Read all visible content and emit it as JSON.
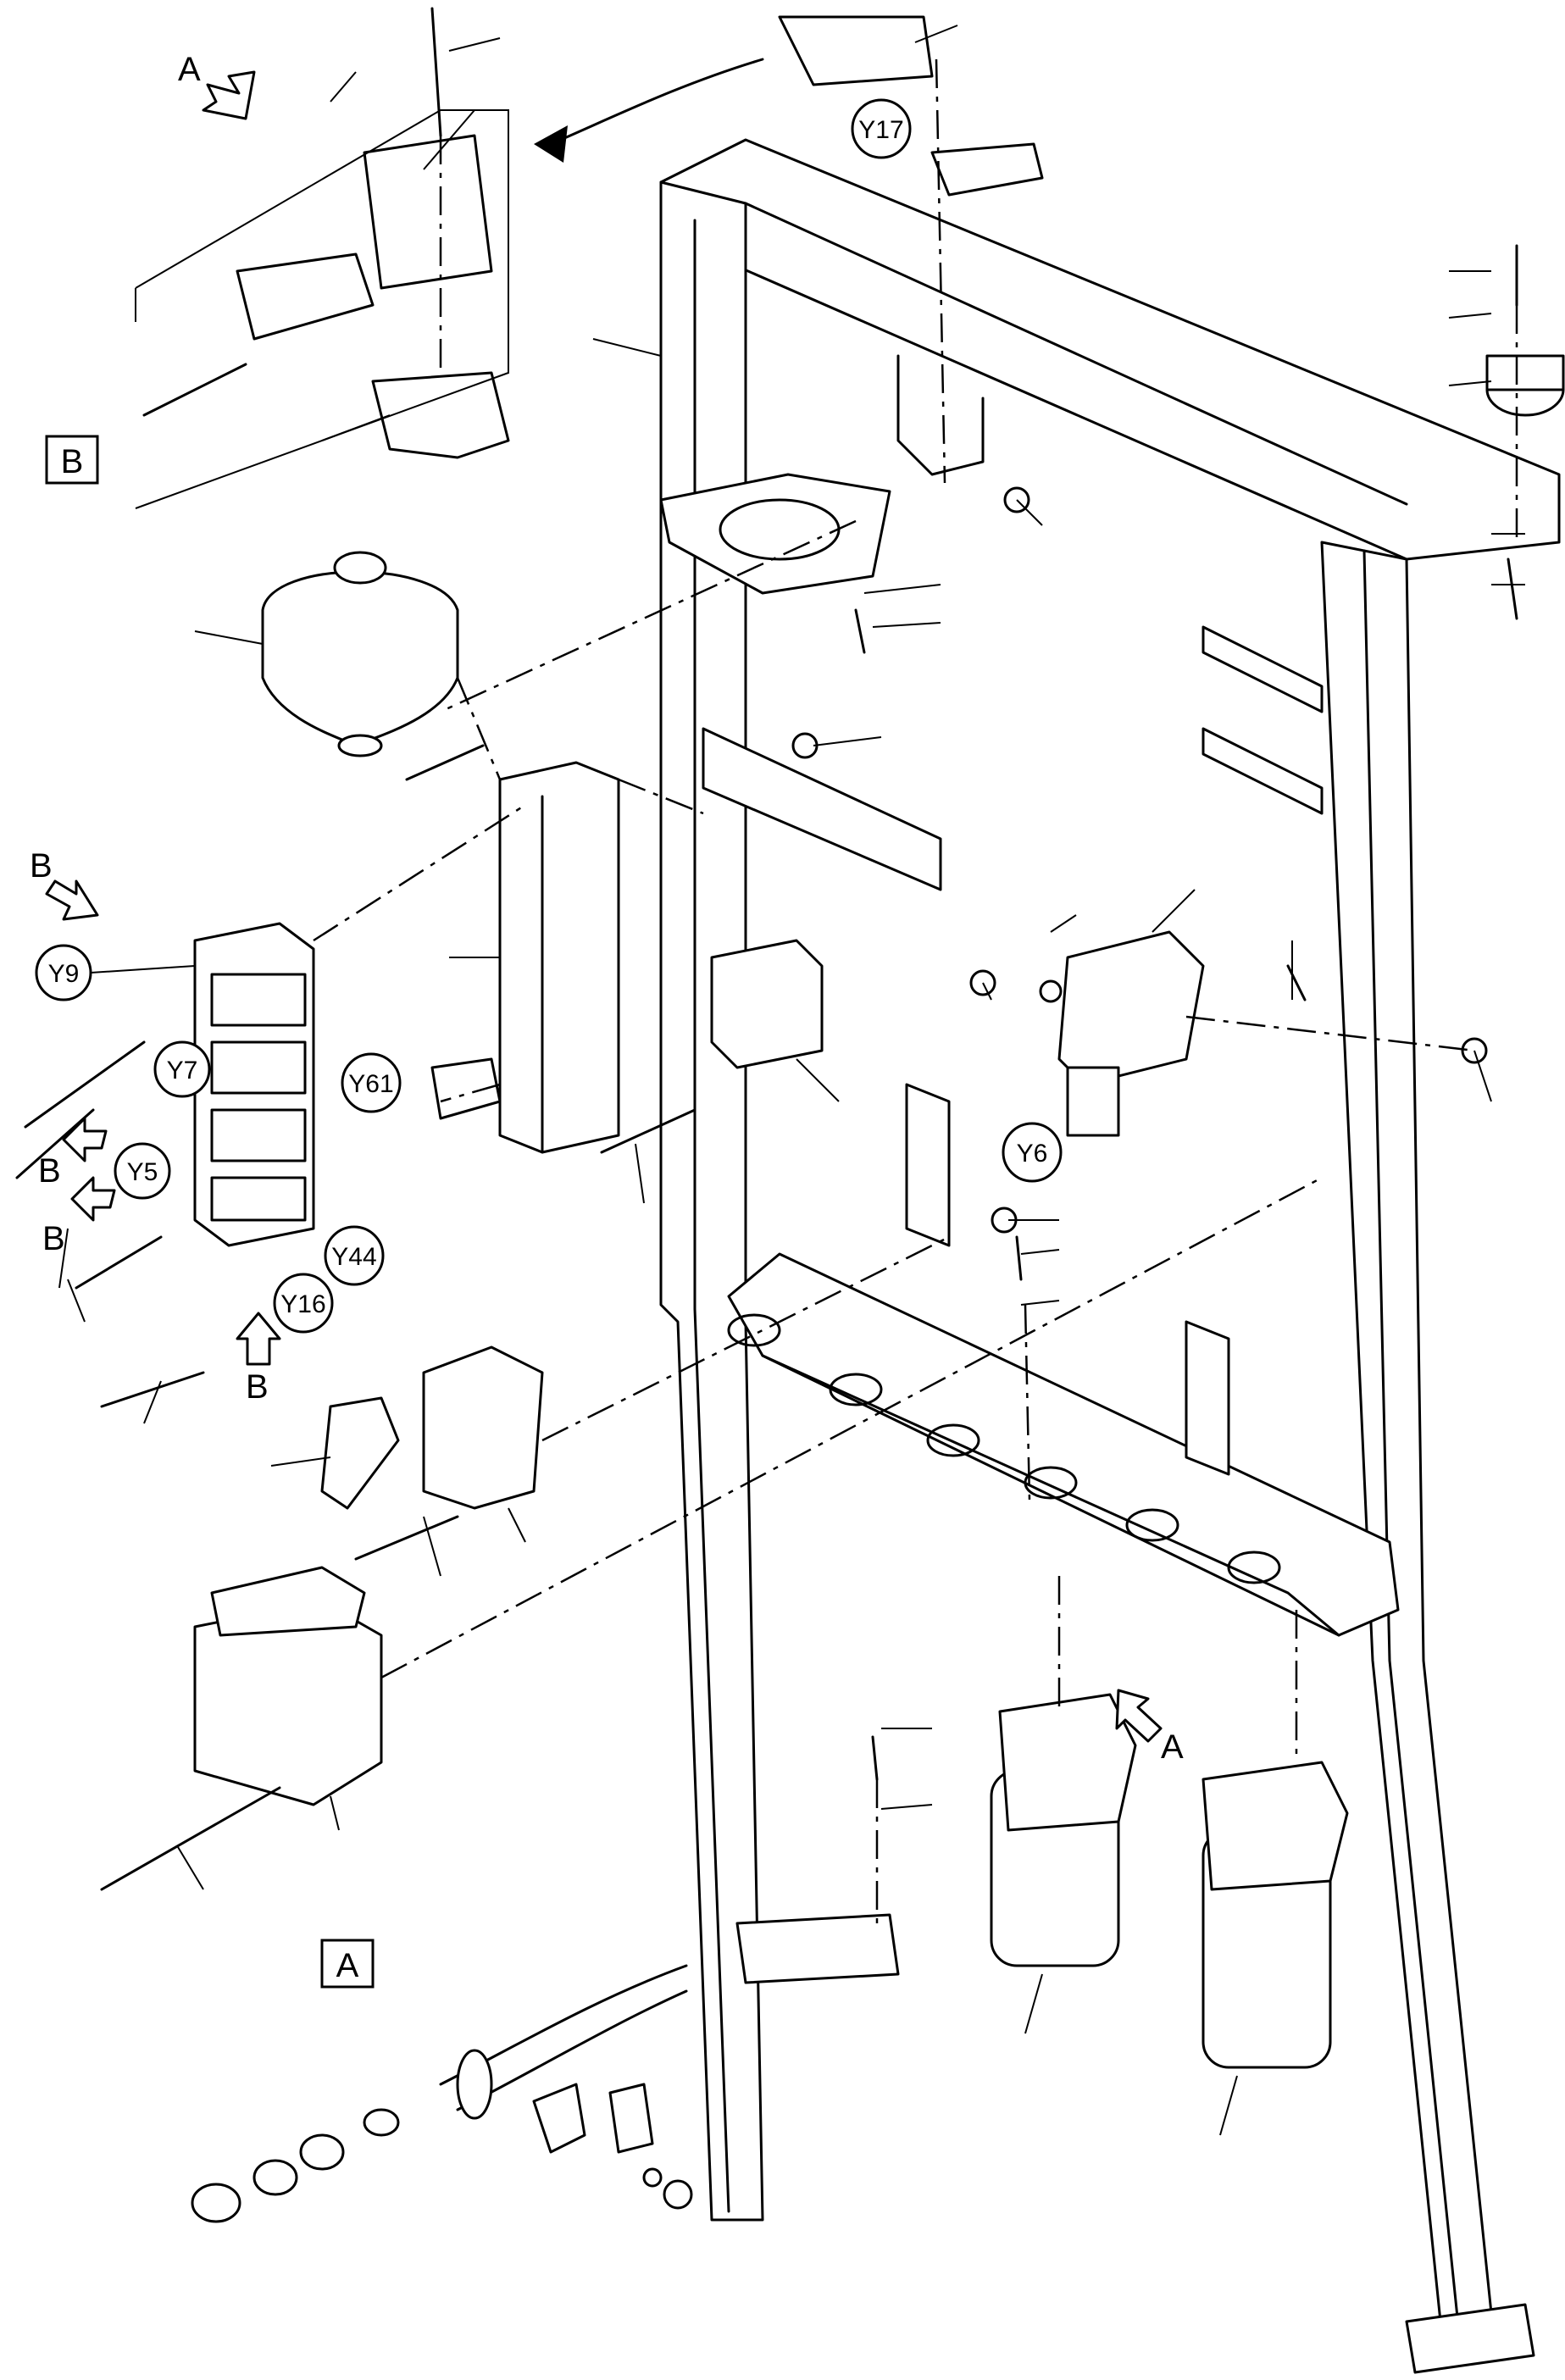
{
  "callouts": [
    {
      "id": "Y17",
      "label": "Y17"
    },
    {
      "id": "Y9",
      "label": "Y9"
    },
    {
      "id": "Y7",
      "label": "Y7"
    },
    {
      "id": "Y61",
      "label": "Y61"
    },
    {
      "id": "Y5",
      "label": "Y5"
    },
    {
      "id": "Y44",
      "label": "Y44"
    },
    {
      "id": "Y16",
      "label": "Y16"
    },
    {
      "id": "Y6",
      "label": "Y6"
    }
  ],
  "view_boxes": [
    {
      "id": "B",
      "label": "B"
    },
    {
      "id": "A",
      "label": "A"
    }
  ],
  "view_arrows": [
    {
      "id": "a1",
      "label": "A"
    },
    {
      "id": "b1",
      "label": "B"
    },
    {
      "id": "b2",
      "label": "B"
    },
    {
      "id": "b3",
      "label": "B"
    },
    {
      "id": "b4",
      "label": "B"
    },
    {
      "id": "a2",
      "label": "A"
    }
  ]
}
